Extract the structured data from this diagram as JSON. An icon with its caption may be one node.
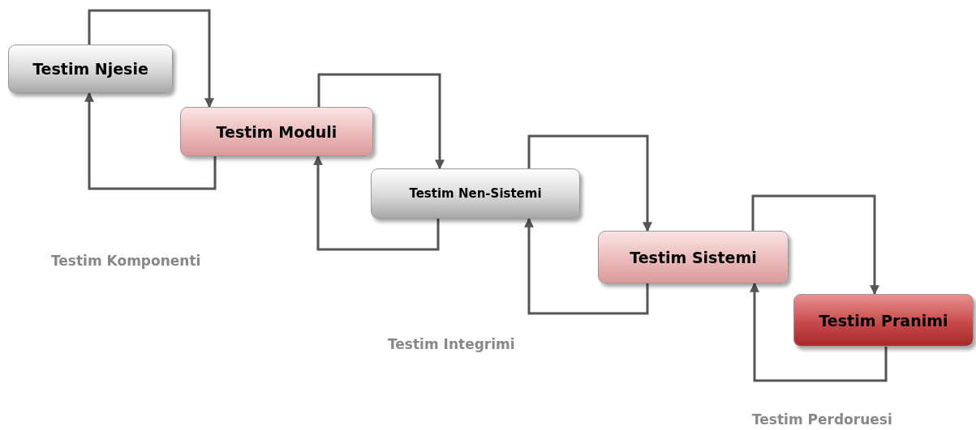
{
  "diagram": {
    "nodes": [
      {
        "text": [
          "Testim Njesie"
        ]
      },
      {
        "text": [
          "Testim Moduli"
        ]
      },
      {
        "text": [
          "Testim Nen-Sistemi"
        ]
      },
      {
        "text": [
          "Testim Sistemi"
        ]
      },
      {
        "text": [
          "Testim Pranimi"
        ]
      }
    ],
    "edges": [
      {
        "from": 0,
        "to": 1,
        "arrow": "to"
      },
      {
        "from": 1,
        "to": 0,
        "arrow": "to"
      },
      {
        "from": 1,
        "to": 2,
        "arrow": "to"
      },
      {
        "from": 2,
        "to": 1,
        "arrow": "to"
      },
      {
        "from": 2,
        "to": 3,
        "arrow": "to"
      },
      {
        "from": 3,
        "to": 2,
        "arrow": "to"
      },
      {
        "from": 3,
        "to": 4,
        "arrow": "to"
      },
      {
        "from": 4,
        "to": 3,
        "arrow": "to"
      }
    ],
    "labels": [
      "Testim Komponenti",
      "Testim Integrimi",
      "Testim Perdoruesi"
    ]
  }
}
